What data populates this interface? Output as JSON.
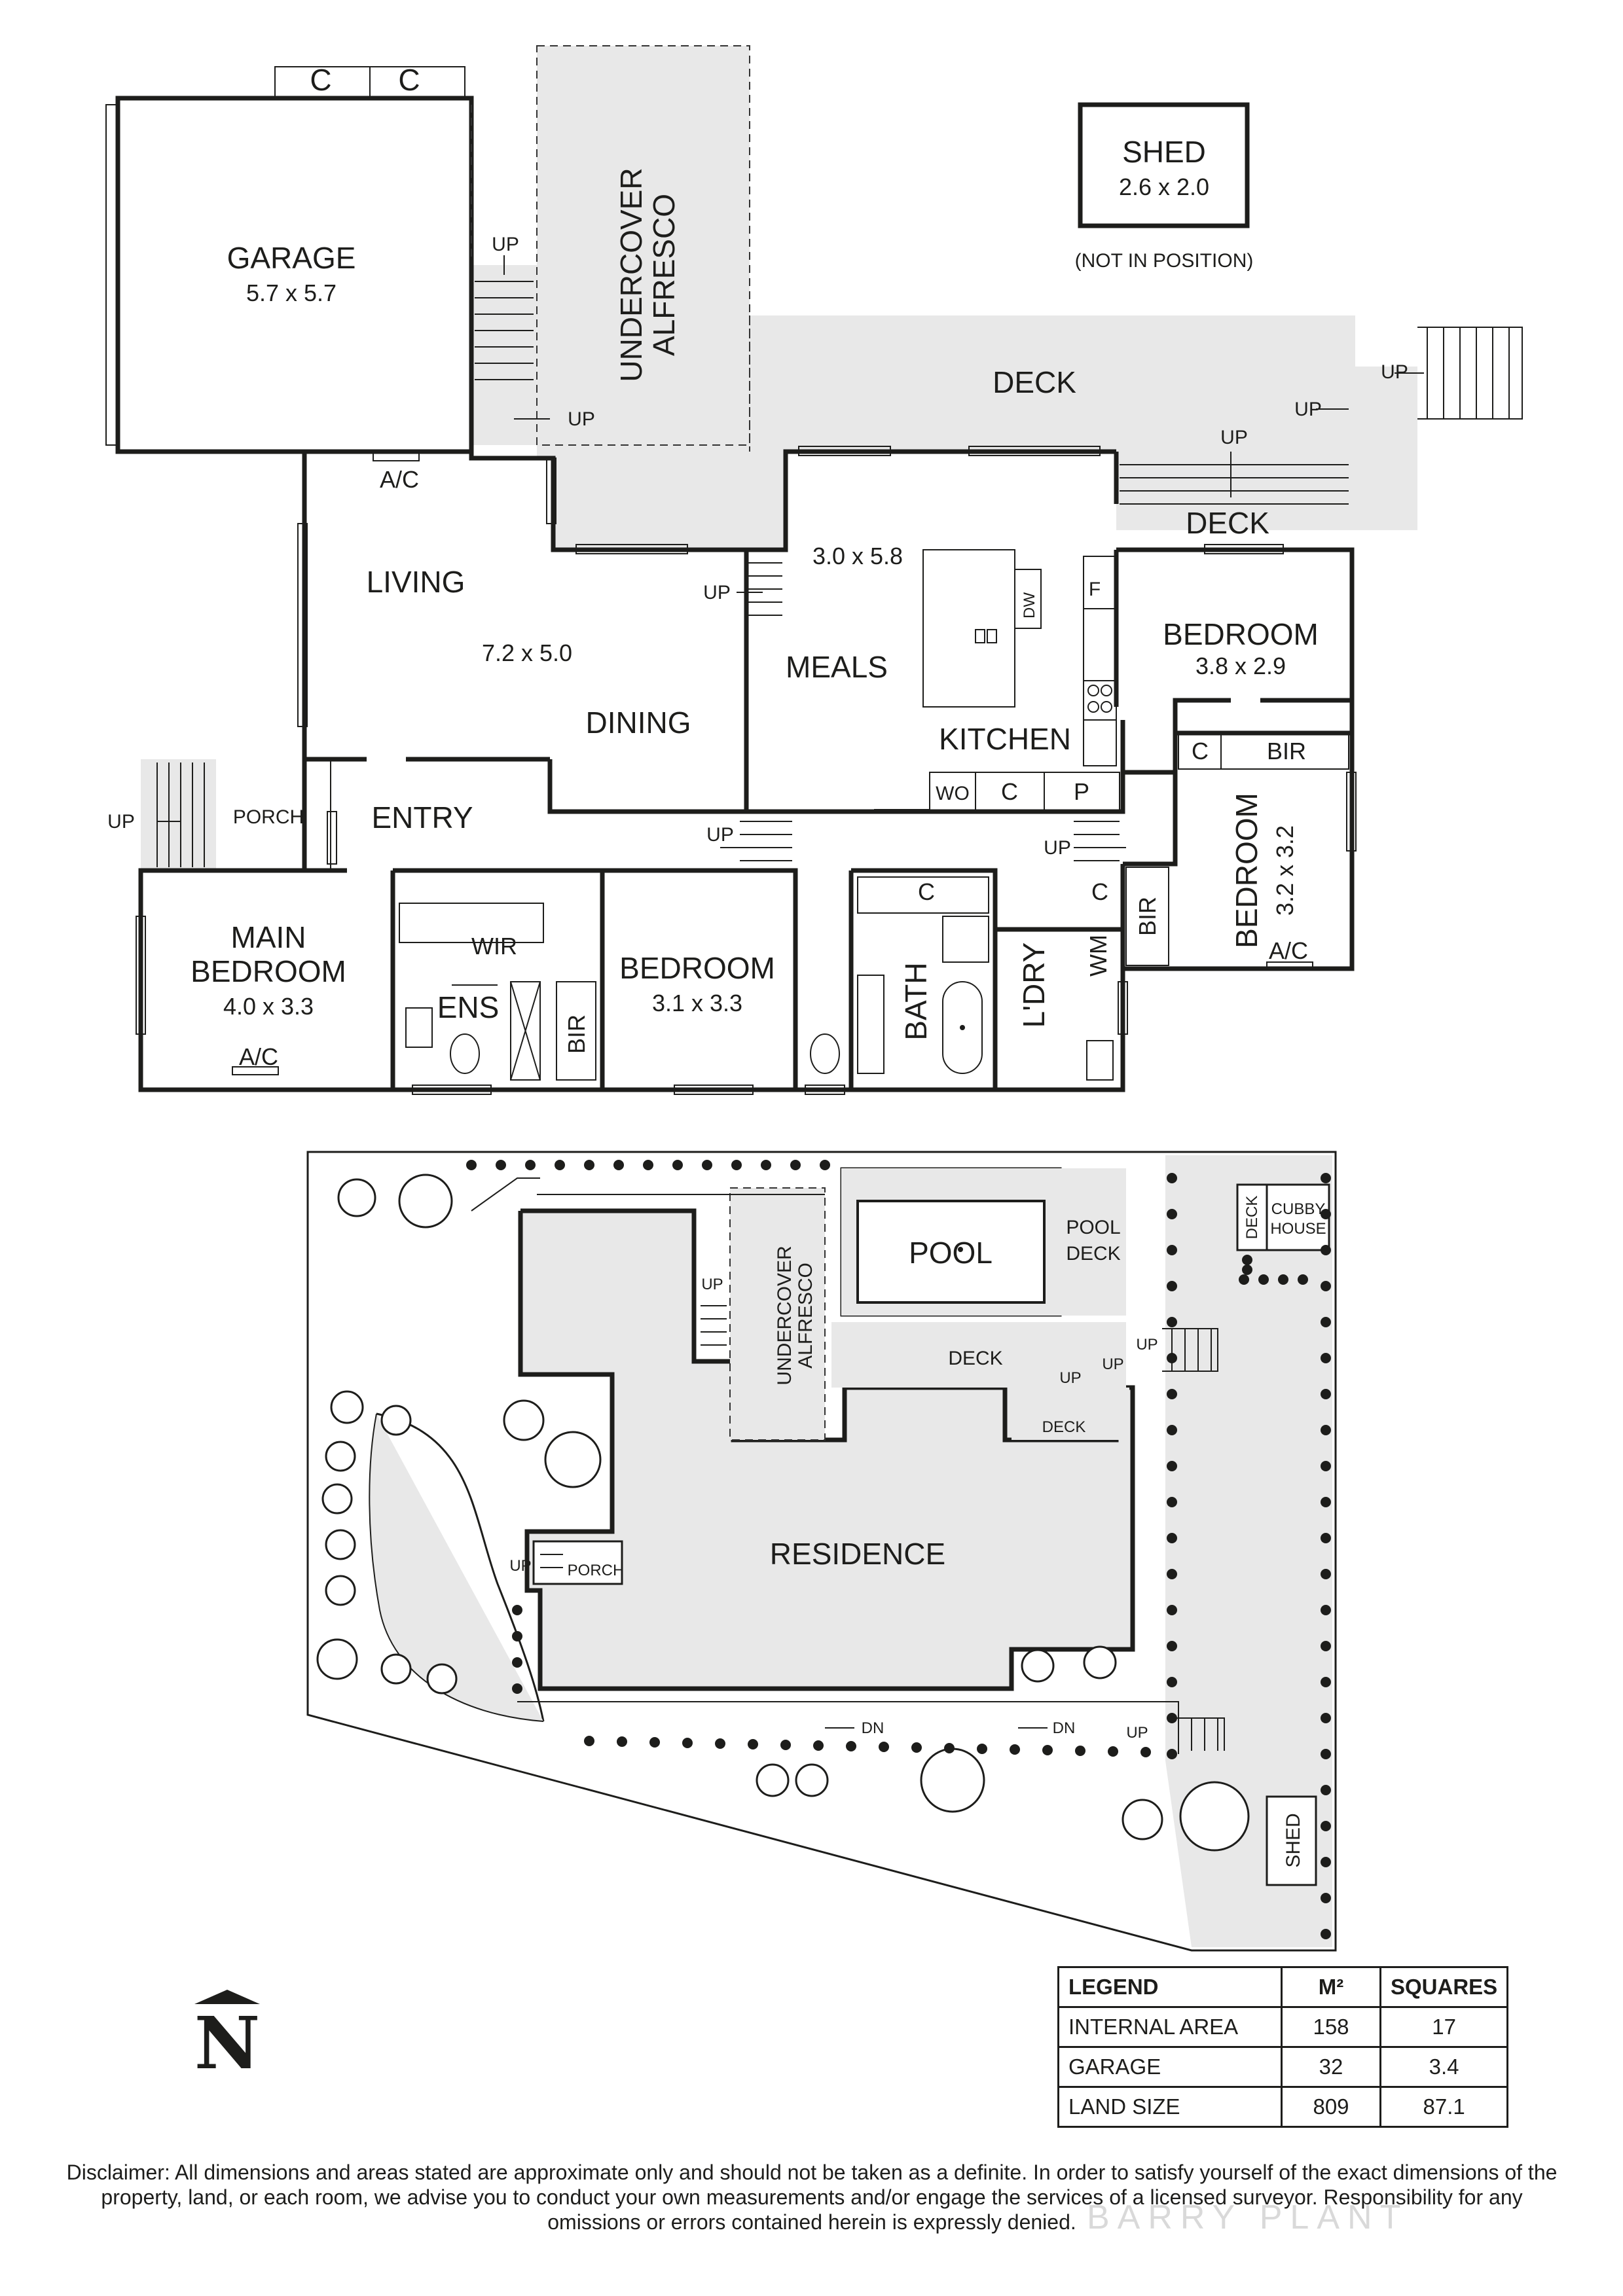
{
  "floorplan": {
    "garage": {
      "name": "GARAGE",
      "size": "5.7 x 5.7",
      "c1": "C",
      "c2": "C",
      "ac": "A/C"
    },
    "alfresco": {
      "line1": "UNDERCOVER",
      "line2": "ALFRESCO"
    },
    "shed": {
      "name": "SHED",
      "size": "2.6 x 2.0",
      "note": "(NOT IN POSITION)"
    },
    "deck": {
      "main": "DECK",
      "lower": "DECK"
    },
    "living": {
      "name": "LIVING",
      "size": "7.2 x 5.0",
      "dining": "DINING"
    },
    "kitchen": {
      "size": "3.0 x 5.8",
      "meals": "MEALS",
      "kitchen": "KITCHEN",
      "dw": "DW",
      "f": "F",
      "wo": "WO",
      "c": "C",
      "p": "P"
    },
    "bedroom_ne": {
      "name": "BEDROOM",
      "size": "3.8 x 2.9",
      "c": "C",
      "bir": "BIR"
    },
    "bedroom_e": {
      "name": "BEDROOM",
      "size": "3.2 x 3.2",
      "ac": "A/C",
      "c": "C",
      "bir": "BIR"
    },
    "entry": {
      "porch": "PORCH",
      "entry": "ENTRY"
    },
    "main_bedroom": {
      "line1": "MAIN",
      "line2": "BEDROOM",
      "size": "4.0 x 3.3",
      "ac": "A/C"
    },
    "ensuite": {
      "wir": "WIR",
      "ens": "ENS",
      "bir": "BIR"
    },
    "bedroom_s": {
      "name": "BEDROOM",
      "size": "3.1 x 3.3"
    },
    "wet": {
      "bath": "BATH",
      "ldry": "L'DRY",
      "wm": "WM",
      "c": "C"
    },
    "up": "UP"
  },
  "siteplan": {
    "pool": "POOL",
    "pool_deck": {
      "line1": "POOL",
      "line2": "DECK"
    },
    "alfresco": {
      "line1": "UNDERCOVER",
      "line2": "ALFRESCO"
    },
    "deck": "DECK",
    "deck_small": "DECK",
    "deck_cubby": "DECK",
    "cubby": {
      "line1": "CUBBY",
      "line2": "HOUSE"
    },
    "residence": "RESIDENCE",
    "porch": "PORCH",
    "shed": "SHED",
    "up": "UP",
    "dn": "DN"
  },
  "north": "N",
  "legend": {
    "headers": [
      "LEGEND",
      "M²",
      "SQUARES"
    ],
    "rows": [
      {
        "label": "INTERNAL AREA",
        "m2": "158",
        "squares": "17"
      },
      {
        "label": "GARAGE",
        "m2": "32",
        "squares": "3.4"
      },
      {
        "label": "LAND SIZE",
        "m2": "809",
        "squares": "87.1"
      }
    ]
  },
  "disclaimer": "Disclaimer: All dimensions and areas stated are approximate only and should not be taken as a definite. In order to satisfy yourself of the exact dimensions of the property, land, or each room, we advise you to conduct your own measurements and/or engage the services of a licensed surveyor. Responsibility for any omissions or errors contained herein is expressly denied.",
  "watermark": "BARRY PLANT"
}
